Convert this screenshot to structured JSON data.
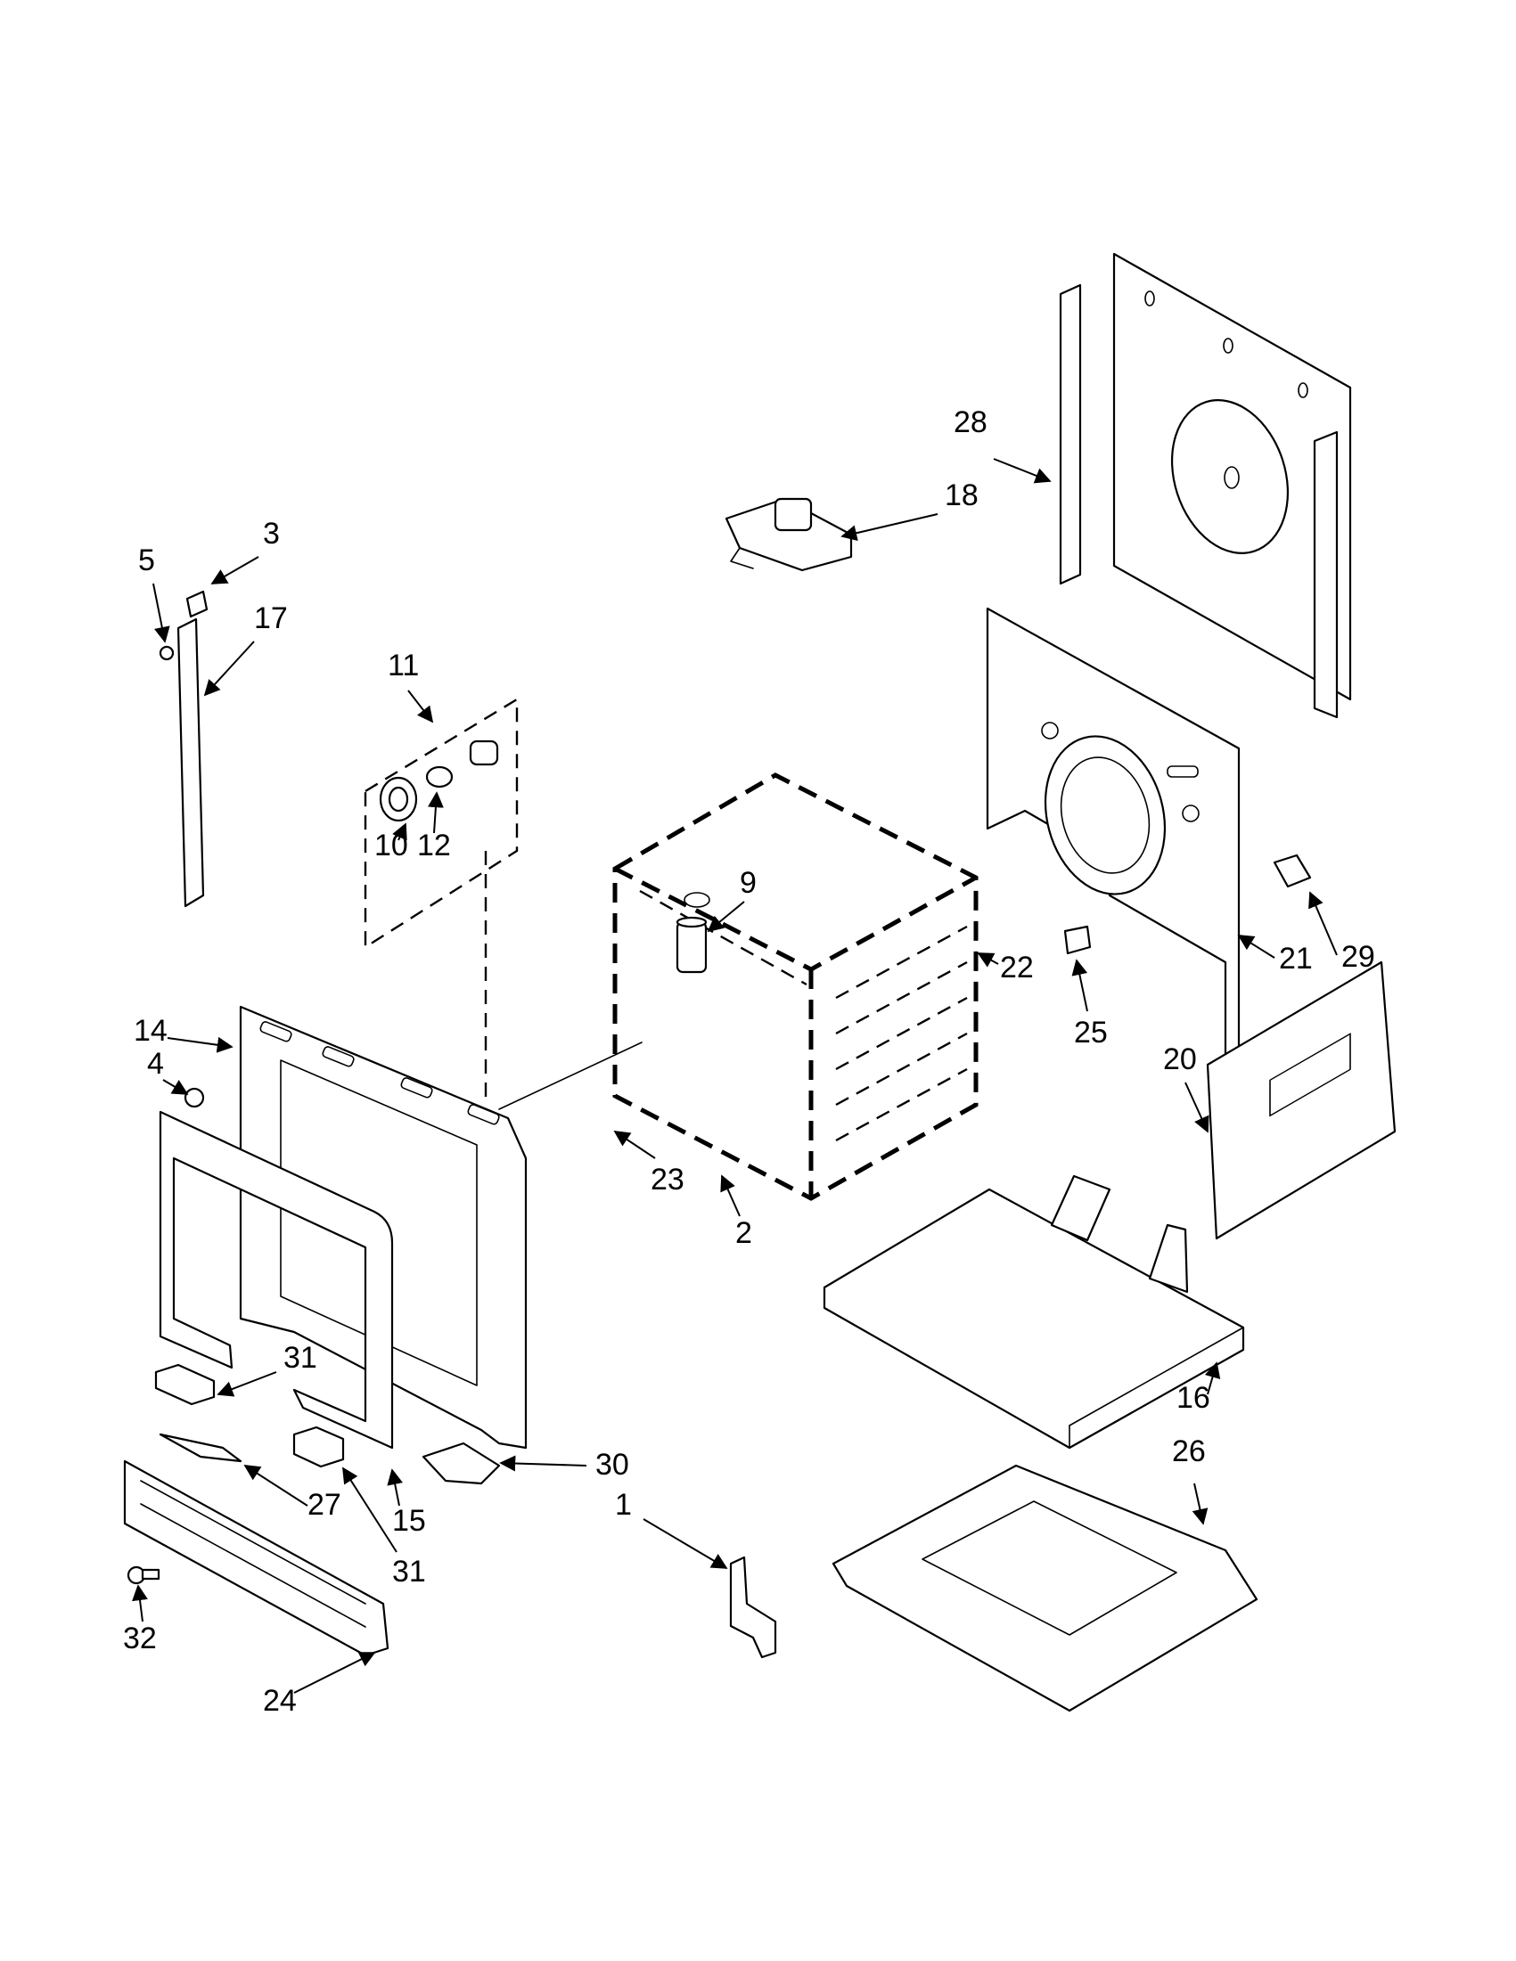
{
  "callouts": [
    "28",
    "18",
    "3",
    "5",
    "17",
    "11",
    "10",
    "12",
    "9",
    "22",
    "21",
    "29",
    "25",
    "14",
    "4",
    "20",
    "23",
    "2",
    "16",
    "26",
    "31",
    "30",
    "27",
    "15",
    "32",
    "24",
    "1"
  ],
  "colors": {
    "line": "#000000",
    "background": "#ffffff"
  }
}
